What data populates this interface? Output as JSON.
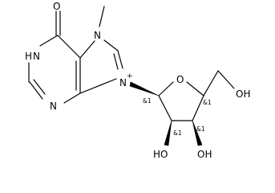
{
  "molecule": {
    "atoms": {
      "o6": "O",
      "n1": "N",
      "n1_h": "H",
      "n3": "N",
      "n7": "N",
      "n9": "N",
      "n9_charge": "+",
      "o4p": "O",
      "o5p": "OH",
      "o2p": "HO",
      "o3p": "OH"
    },
    "stereo": [
      "&1",
      "&1",
      "&1",
      "&1"
    ]
  }
}
